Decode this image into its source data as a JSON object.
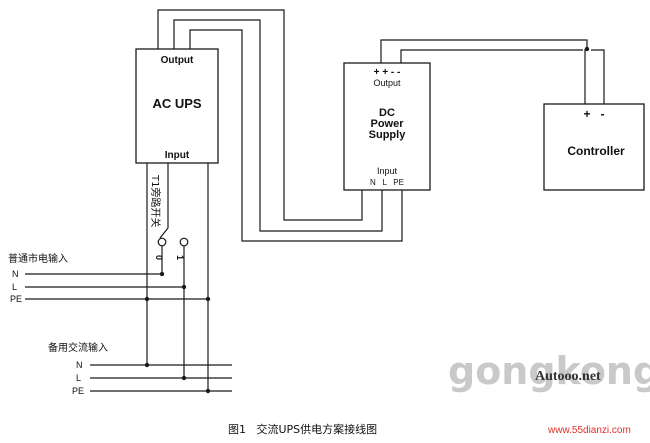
{
  "ups": {
    "output": "Output",
    "name": "AC UPS",
    "input": "Input"
  },
  "dc_supply": {
    "polarity": "+ + - -",
    "output": "Output",
    "name_1": "DC",
    "name_2": "Power",
    "name_3": "Supply",
    "input": "Input",
    "terminals": "N   L   PE"
  },
  "controller": {
    "polarity": "+   -",
    "name": "Controller"
  },
  "bypass_switch": {
    "label": "T1旁路开关",
    "pos_0": "0",
    "pos_1": "1"
  },
  "mains_input": {
    "label": "普通市电输入",
    "n": "N",
    "l": "L",
    "pe": "PE"
  },
  "backup_input": {
    "label": "备用交流输入",
    "n": "N",
    "l": "L",
    "pe": "PE"
  },
  "caption": "图1   交流UPS供电方案接线图",
  "watermarks": {
    "gongkong": "gongkong",
    "autoo": "Autooo.net",
    "site": "www.55dianzi.com"
  },
  "colors": {
    "line": "#1a1a1a",
    "watermark_grey": "#c9c9c9",
    "autoo_red": "#d62020",
    "site_red": "#e0302a"
  }
}
